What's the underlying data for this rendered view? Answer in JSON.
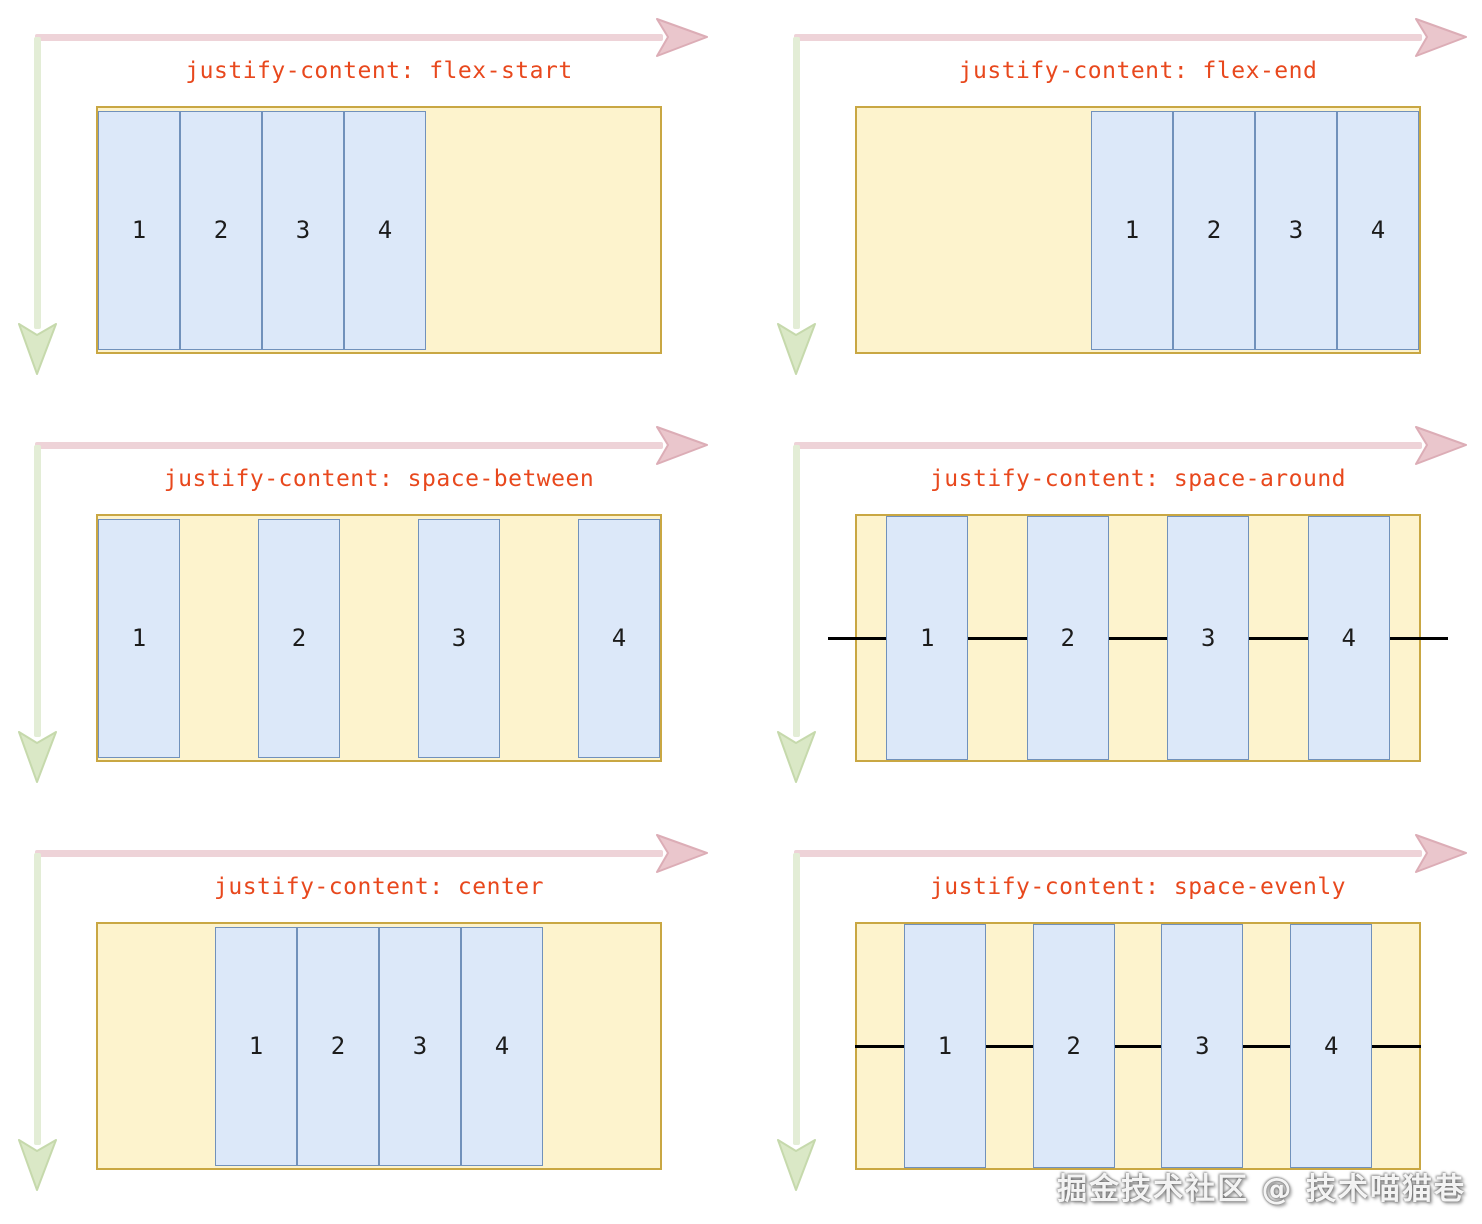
{
  "watermark": "掘金技术社区 @ 技术喵猫巷",
  "colors": {
    "title_color": "#e8481d",
    "container_fill": "#fdf3cd",
    "container_border": "#c9a743",
    "item_fill": "#dce8f9",
    "item_border": "#7191bb",
    "axis_x_line": "#eed3d8",
    "axis_x_head_fill": "#e9c3ca",
    "axis_x_head_stroke": "#dba9b3",
    "axis_y_line": "#e3edd6",
    "axis_y_head_fill": "#d9e7c4",
    "axis_y_head_stroke": "#c3d8a8",
    "gap_line": "#000000",
    "item_number_color": "#1c1c1c"
  },
  "panels": [
    {
      "id": "flex-start",
      "title": "justify-content: flex-start",
      "justify": "flex-start",
      "gap_lines": "none",
      "items": [
        "1",
        "2",
        "3",
        "4"
      ]
    },
    {
      "id": "flex-end",
      "title": "justify-content: flex-end",
      "justify": "flex-end",
      "gap_lines": "none",
      "items": [
        "1",
        "2",
        "3",
        "4"
      ]
    },
    {
      "id": "space-between",
      "title": "justify-content: space-between",
      "justify": "space-between",
      "gap_lines": "none",
      "items": [
        "1",
        "2",
        "3",
        "4"
      ]
    },
    {
      "id": "space-around",
      "title": "justify-content: space-around",
      "justify": "space-around",
      "gap_lines": "overflow",
      "items": [
        "1",
        "2",
        "3",
        "4"
      ]
    },
    {
      "id": "center",
      "title": "justify-content: center",
      "justify": "center",
      "gap_lines": "none",
      "items": [
        "1",
        "2",
        "3",
        "4"
      ]
    },
    {
      "id": "space-evenly",
      "title": "justify-content: space-evenly",
      "justify": "space-evenly",
      "gap_lines": "inside",
      "items": [
        "1",
        "2",
        "3",
        "4"
      ]
    }
  ]
}
